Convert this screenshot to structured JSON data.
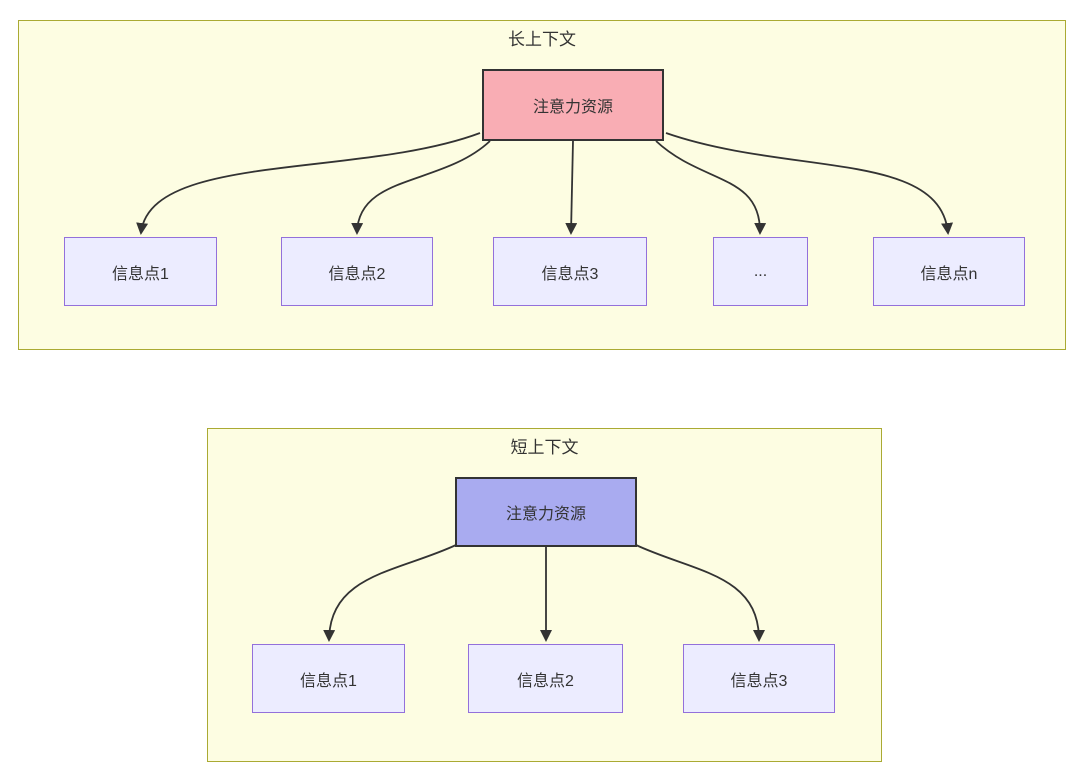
{
  "long_context": {
    "title": "长上下文",
    "attention": "注意力资源",
    "points": [
      "信息点1",
      "信息点2",
      "信息点3",
      "...",
      "信息点n"
    ]
  },
  "short_context": {
    "title": "短上下文",
    "attention": "注意力资源",
    "points": [
      "信息点1",
      "信息点2",
      "信息点3"
    ]
  },
  "colors": {
    "cluster_fill": "#FDFDE2",
    "cluster_border": "#AAAA33",
    "info_fill": "#ECECFF",
    "info_border": "#9370DB",
    "attention_long_fill": "#F9ADB4",
    "attention_short_fill": "#A9ABF0",
    "attention_border": "#333333",
    "edge": "#333333",
    "text": "#333333"
  }
}
